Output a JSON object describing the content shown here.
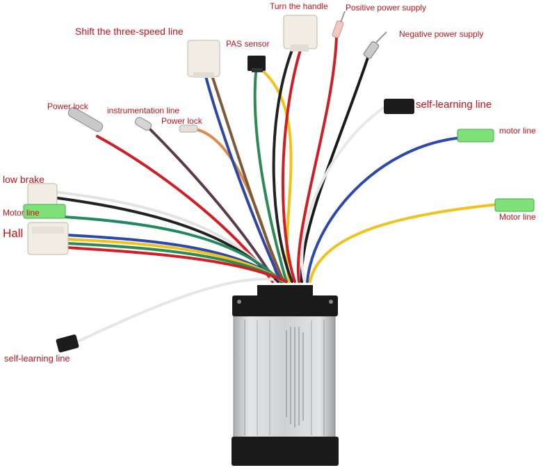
{
  "labels": {
    "turn_handle": "Turn the handle",
    "positive_power": "Positive power supply",
    "negative_power": "Negative power supply",
    "shift_speed": "Shift the three-speed line",
    "pas_sensor": "PAS sensor",
    "power_lock_1": "Power lock",
    "instrumentation": "instrumentation line",
    "power_lock_2": "Power lock",
    "self_learning_right": "self-learning line",
    "motor_line_right_1": "motor line",
    "motor_line_right_2": "Motor line",
    "low_brake": "low brake",
    "motor_line_left": "Motor line",
    "hall": "Hall",
    "self_learning_left": "self-learning line"
  },
  "colors": {
    "label": "#c8101a",
    "housing": "#c9cbcd",
    "end_cap": "#1a1a1a",
    "connector_white": "#f1ede4",
    "connector_black": "#1c1c1c",
    "terminal_green": "#7fe07a"
  }
}
